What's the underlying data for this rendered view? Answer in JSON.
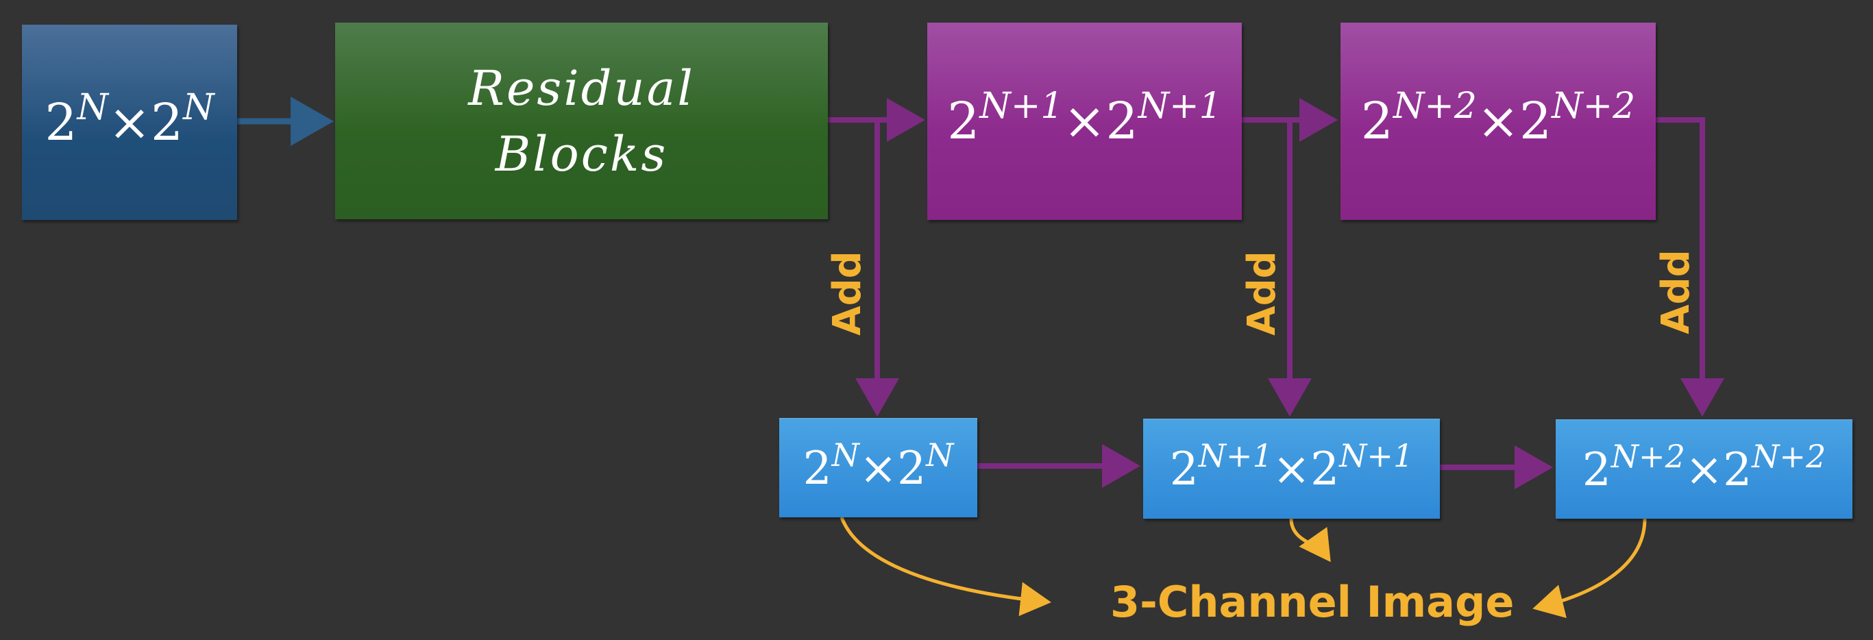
{
  "colors": {
    "background": "#333333",
    "input_block": "#1f4e79",
    "residual_block": "#2f6324",
    "upsample_block": "#8e2b8e",
    "rgb_block": "#2e88d6",
    "connector_blue": "#2e5e8a",
    "connector_purple": "#7d2a82",
    "accent_yellow": "#f4b231"
  },
  "input_block": {
    "base": "2",
    "exp": "N",
    "times": "×"
  },
  "residual_block": {
    "label": "Residual\nBlocks"
  },
  "upsample_blocks": [
    {
      "base": "2",
      "exp": "N+1",
      "times": "×"
    },
    {
      "base": "2",
      "exp": "N+2",
      "times": "×"
    }
  ],
  "rgb_blocks": [
    {
      "base": "2",
      "exp": "N",
      "times": "×"
    },
    {
      "base": "2",
      "exp": "N+1",
      "times": "×"
    },
    {
      "base": "2",
      "exp": "N+2",
      "times": "×"
    }
  ],
  "add_labels": [
    "Add",
    "Add",
    "Add"
  ],
  "output_label": "3-Channel Image"
}
